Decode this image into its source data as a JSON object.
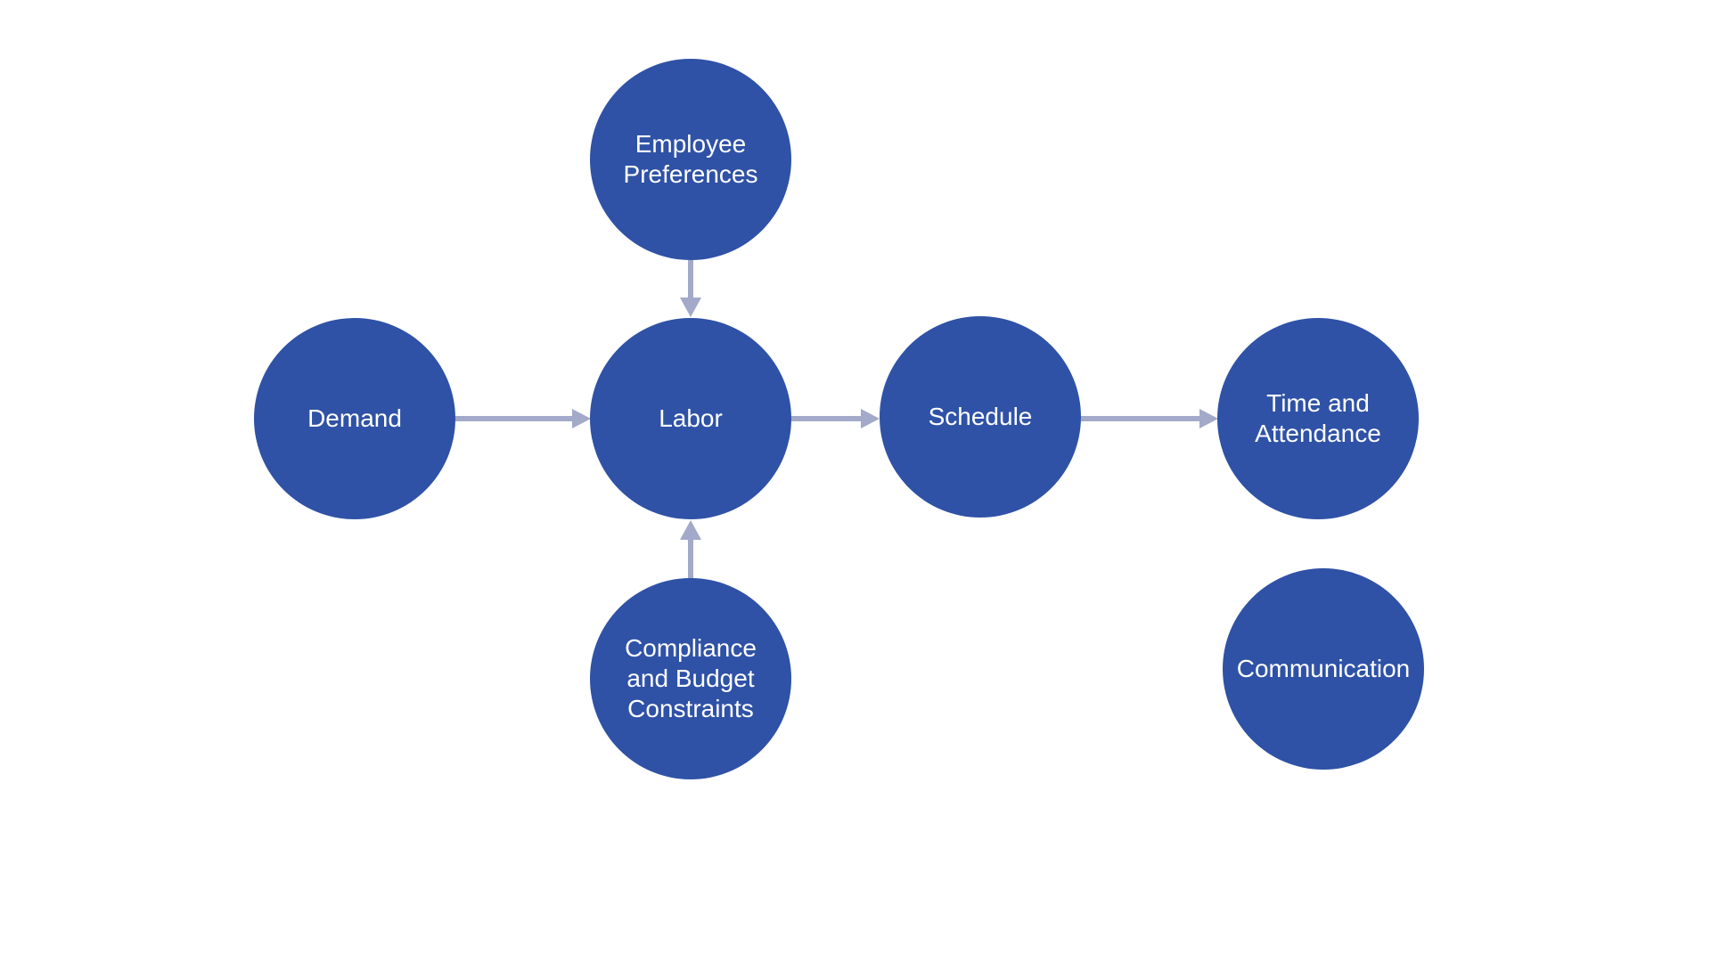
{
  "diagram": {
    "colors": {
      "node_fill": "#2f52a6",
      "node_text": "#ffffff",
      "arrow": "#a3a9c9",
      "background": "#ffffff"
    },
    "nodes": {
      "employee_preferences": "Employee\nPreferences",
      "demand": "Demand",
      "labor": "Labor",
      "schedule": "Schedule",
      "time_attendance": "Time and\nAttendance",
      "compliance": "Compliance\nand Budget\nConstraints",
      "communication": "Communication"
    },
    "edges": [
      {
        "from": "Employee Preferences",
        "to": "Labor"
      },
      {
        "from": "Demand",
        "to": "Labor"
      },
      {
        "from": "Compliance and Budget Constraints",
        "to": "Labor"
      },
      {
        "from": "Labor",
        "to": "Schedule"
      },
      {
        "from": "Schedule",
        "to": "Time and Attendance"
      }
    ]
  }
}
